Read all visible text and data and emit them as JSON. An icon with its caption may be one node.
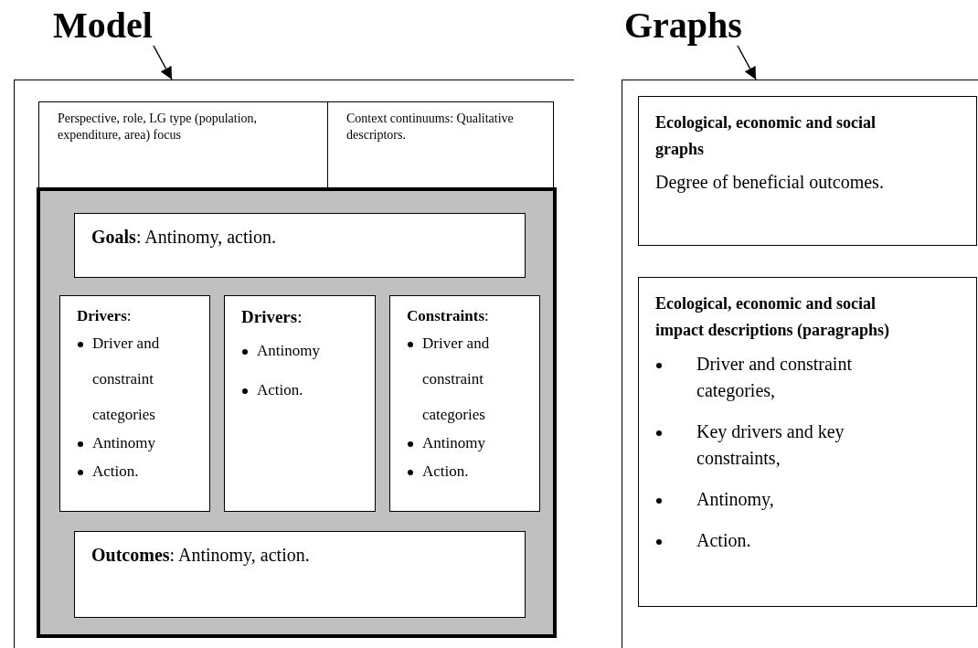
{
  "diagram": {
    "nodes": [
      {
        "text": [
          "Model"
        ]
      },
      {
        "text": [],
        "shape": "box"
      },
      {
        "text": [
          "Perspective, role, LG type (population, expenditure, area) focus"
        ],
        "in": 1
      },
      {
        "text": [
          "Context continuums: Qualitative descriptors."
        ],
        "in": 1
      },
      {
        "text": [],
        "shape": "box",
        "in": 1
      },
      {
        "text": [
          "**Goals**: Antinomy, action."
        ],
        "in": 4
      },
      {
        "text": [
          "**Drivers**:",
          "Driver and constraint categories",
          "Antinomy",
          "Action."
        ],
        "in": 4
      },
      {
        "text": [
          "**Drivers**:",
          "Antinomy",
          "Action."
        ],
        "in": 4
      },
      {
        "text": [
          "**Constraints**:",
          "Driver and constraint categories",
          "Antinomy",
          "Action."
        ],
        "in": 4
      },
      {
        "text": [
          "**Outcomes**: Antinomy, action."
        ],
        "in": 4
      },
      {
        "text": [
          "Graphs"
        ]
      },
      {
        "text": [],
        "shape": "box"
      },
      {
        "text": [
          "Ecological, economic and social graphs",
          "Degree of beneficial outcomes."
        ],
        "in": 11
      },
      {
        "text": [
          "Ecological, economic and social impact descriptions (paragraphs)",
          "Driver and constraint categories,",
          "Key drivers and key constraints,",
          "Antinomy,",
          "Action."
        ],
        "in": 11
      }
    ],
    "edges": [
      {
        "from": 0,
        "to": 1,
        "arrow": "to"
      },
      {
        "from": 10,
        "to": 11,
        "arrow": "to"
      }
    ]
  }
}
